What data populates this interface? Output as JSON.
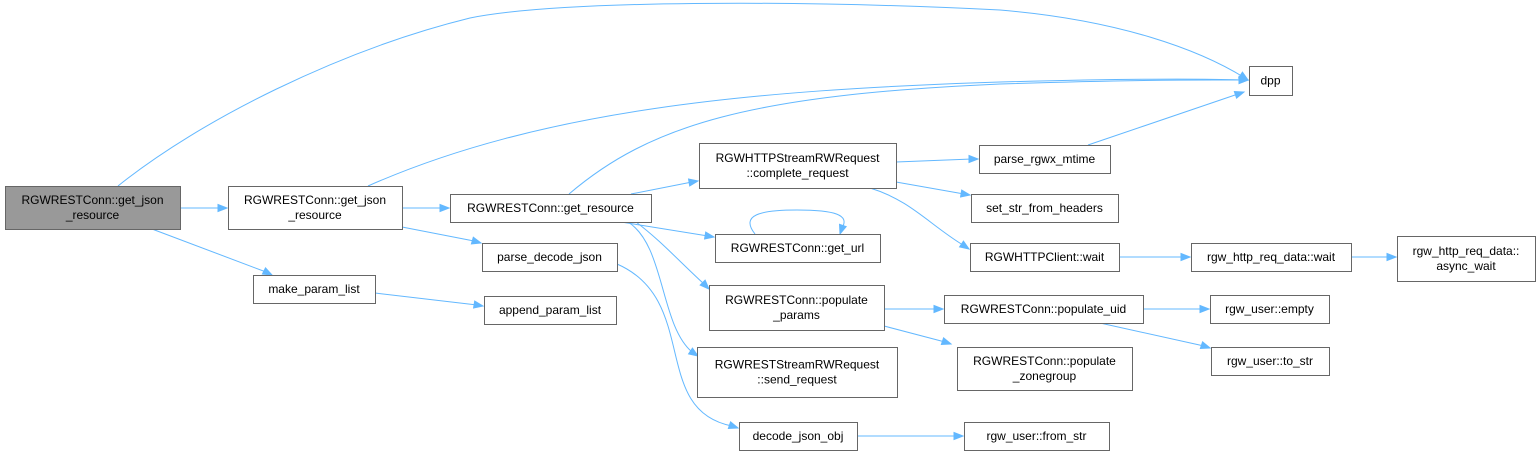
{
  "colors": {
    "edge": "#63b8ff",
    "node_border": "#666666",
    "root_fill": "#999999",
    "node_fill": "#ffffff"
  },
  "nodes": [
    {
      "id": "n0",
      "lines": [
        "RGWRESTConn::get_json",
        "_resource"
      ],
      "root": true
    },
    {
      "id": "n1",
      "lines": [
        "RGWRESTConn::get_json",
        "_resource"
      ]
    },
    {
      "id": "n2",
      "lines": [
        "dpp"
      ]
    },
    {
      "id": "n3",
      "lines": [
        "make_param_list"
      ]
    },
    {
      "id": "n4",
      "lines": [
        "RGWRESTConn::get_resource"
      ]
    },
    {
      "id": "n5",
      "lines": [
        "parse_decode_json"
      ]
    },
    {
      "id": "n6",
      "lines": [
        "append_param_list"
      ]
    },
    {
      "id": "n7",
      "lines": [
        "RGWHTTPStreamRWRequest",
        "::complete_request"
      ]
    },
    {
      "id": "n8",
      "lines": [
        "RGWRESTConn::get_url"
      ]
    },
    {
      "id": "n9",
      "lines": [
        "RGWRESTConn::populate",
        "_params"
      ]
    },
    {
      "id": "n10",
      "lines": [
        "RGWRESTStreamRWRequest",
        "::send_request"
      ]
    },
    {
      "id": "n11",
      "lines": [
        "decode_json_obj"
      ]
    },
    {
      "id": "n12",
      "lines": [
        "parse_rgwx_mtime"
      ]
    },
    {
      "id": "n13",
      "lines": [
        "set_str_from_headers"
      ]
    },
    {
      "id": "n14",
      "lines": [
        "RGWHTTPClient::wait"
      ]
    },
    {
      "id": "n15",
      "lines": [
        "RGWRESTConn::populate_uid"
      ]
    },
    {
      "id": "n16",
      "lines": [
        "RGWRESTConn::populate",
        "_zonegroup"
      ]
    },
    {
      "id": "n17",
      "lines": [
        "rgw_user::from_str"
      ]
    },
    {
      "id": "n18",
      "lines": [
        "rgw_http_req_data::wait"
      ]
    },
    {
      "id": "n19",
      "lines": [
        "rgw_user::empty"
      ]
    },
    {
      "id": "n20",
      "lines": [
        "rgw_user::to_str"
      ]
    },
    {
      "id": "n21",
      "lines": [
        "rgw_http_req_data::",
        "async_wait"
      ]
    }
  ],
  "edges": [
    {
      "from": "n0",
      "to": "n2"
    },
    {
      "from": "n0",
      "to": "n1"
    },
    {
      "from": "n0",
      "to": "n3"
    },
    {
      "from": "n1",
      "to": "n2"
    },
    {
      "from": "n1",
      "to": "n4"
    },
    {
      "from": "n1",
      "to": "n5"
    },
    {
      "from": "n3",
      "to": "n6"
    },
    {
      "from": "n4",
      "to": "n2"
    },
    {
      "from": "n4",
      "to": "n7"
    },
    {
      "from": "n4",
      "to": "n8"
    },
    {
      "from": "n4",
      "to": "n9"
    },
    {
      "from": "n4",
      "to": "n10"
    },
    {
      "from": "n5",
      "to": "n11"
    },
    {
      "from": "n7",
      "to": "n12"
    },
    {
      "from": "n7",
      "to": "n13"
    },
    {
      "from": "n7",
      "to": "n14"
    },
    {
      "from": "n8",
      "to": "n8"
    },
    {
      "from": "n9",
      "to": "n15"
    },
    {
      "from": "n9",
      "to": "n16"
    },
    {
      "from": "n11",
      "to": "n17"
    },
    {
      "from": "n12",
      "to": "n2"
    },
    {
      "from": "n14",
      "to": "n18"
    },
    {
      "from": "n15",
      "to": "n19"
    },
    {
      "from": "n15",
      "to": "n20"
    },
    {
      "from": "n18",
      "to": "n21"
    }
  ]
}
